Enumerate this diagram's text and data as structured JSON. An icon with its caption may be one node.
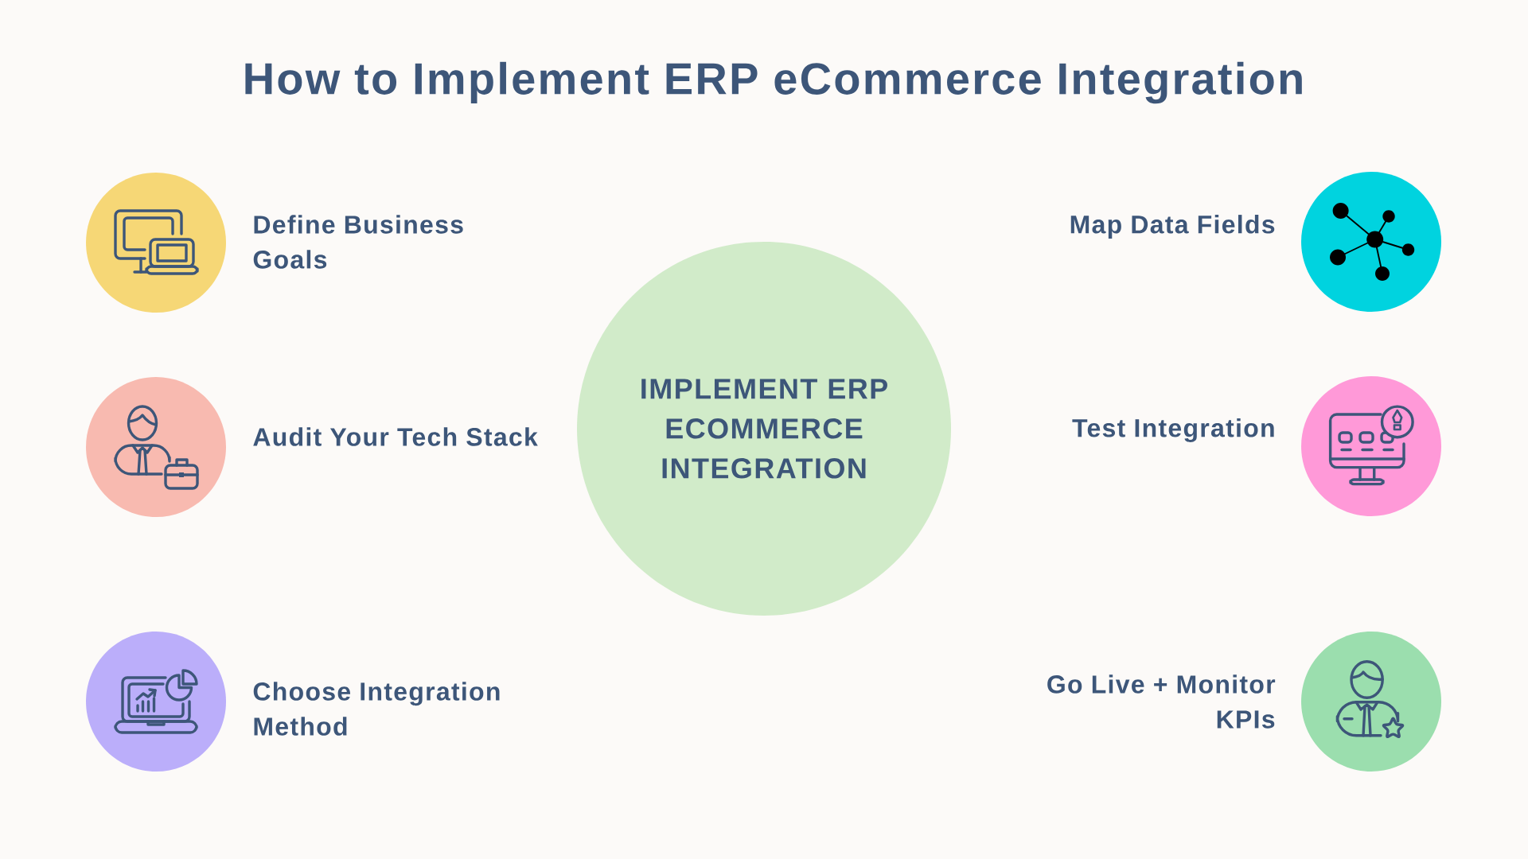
{
  "diagram": {
    "title": "How to Implement ERP eCommerce Integration",
    "nodes": [
      {
        "text": [],
        "shape": "circle",
        "beside": [
          "Define Business Goals"
        ]
      },
      {
        "text": [],
        "shape": "circle",
        "beside": [
          "Audit Your Tech Stack"
        ]
      },
      {
        "text": [],
        "shape": "circle",
        "beside": [
          "Choose Integration Method"
        ]
      },
      {
        "text": [
          "IMPLEMENT ERP ECOMMERCE INTEGRATION"
        ]
      },
      {
        "text": [],
        "shape": "circle",
        "beside": [
          "Map Data Fields"
        ]
      },
      {
        "text": [],
        "shape": "circle",
        "beside": [
          "Test Integration"
        ]
      },
      {
        "text": [],
        "shape": "circle",
        "beside": [
          "Go Live + Monitor KPIs"
        ]
      }
    ]
  }
}
